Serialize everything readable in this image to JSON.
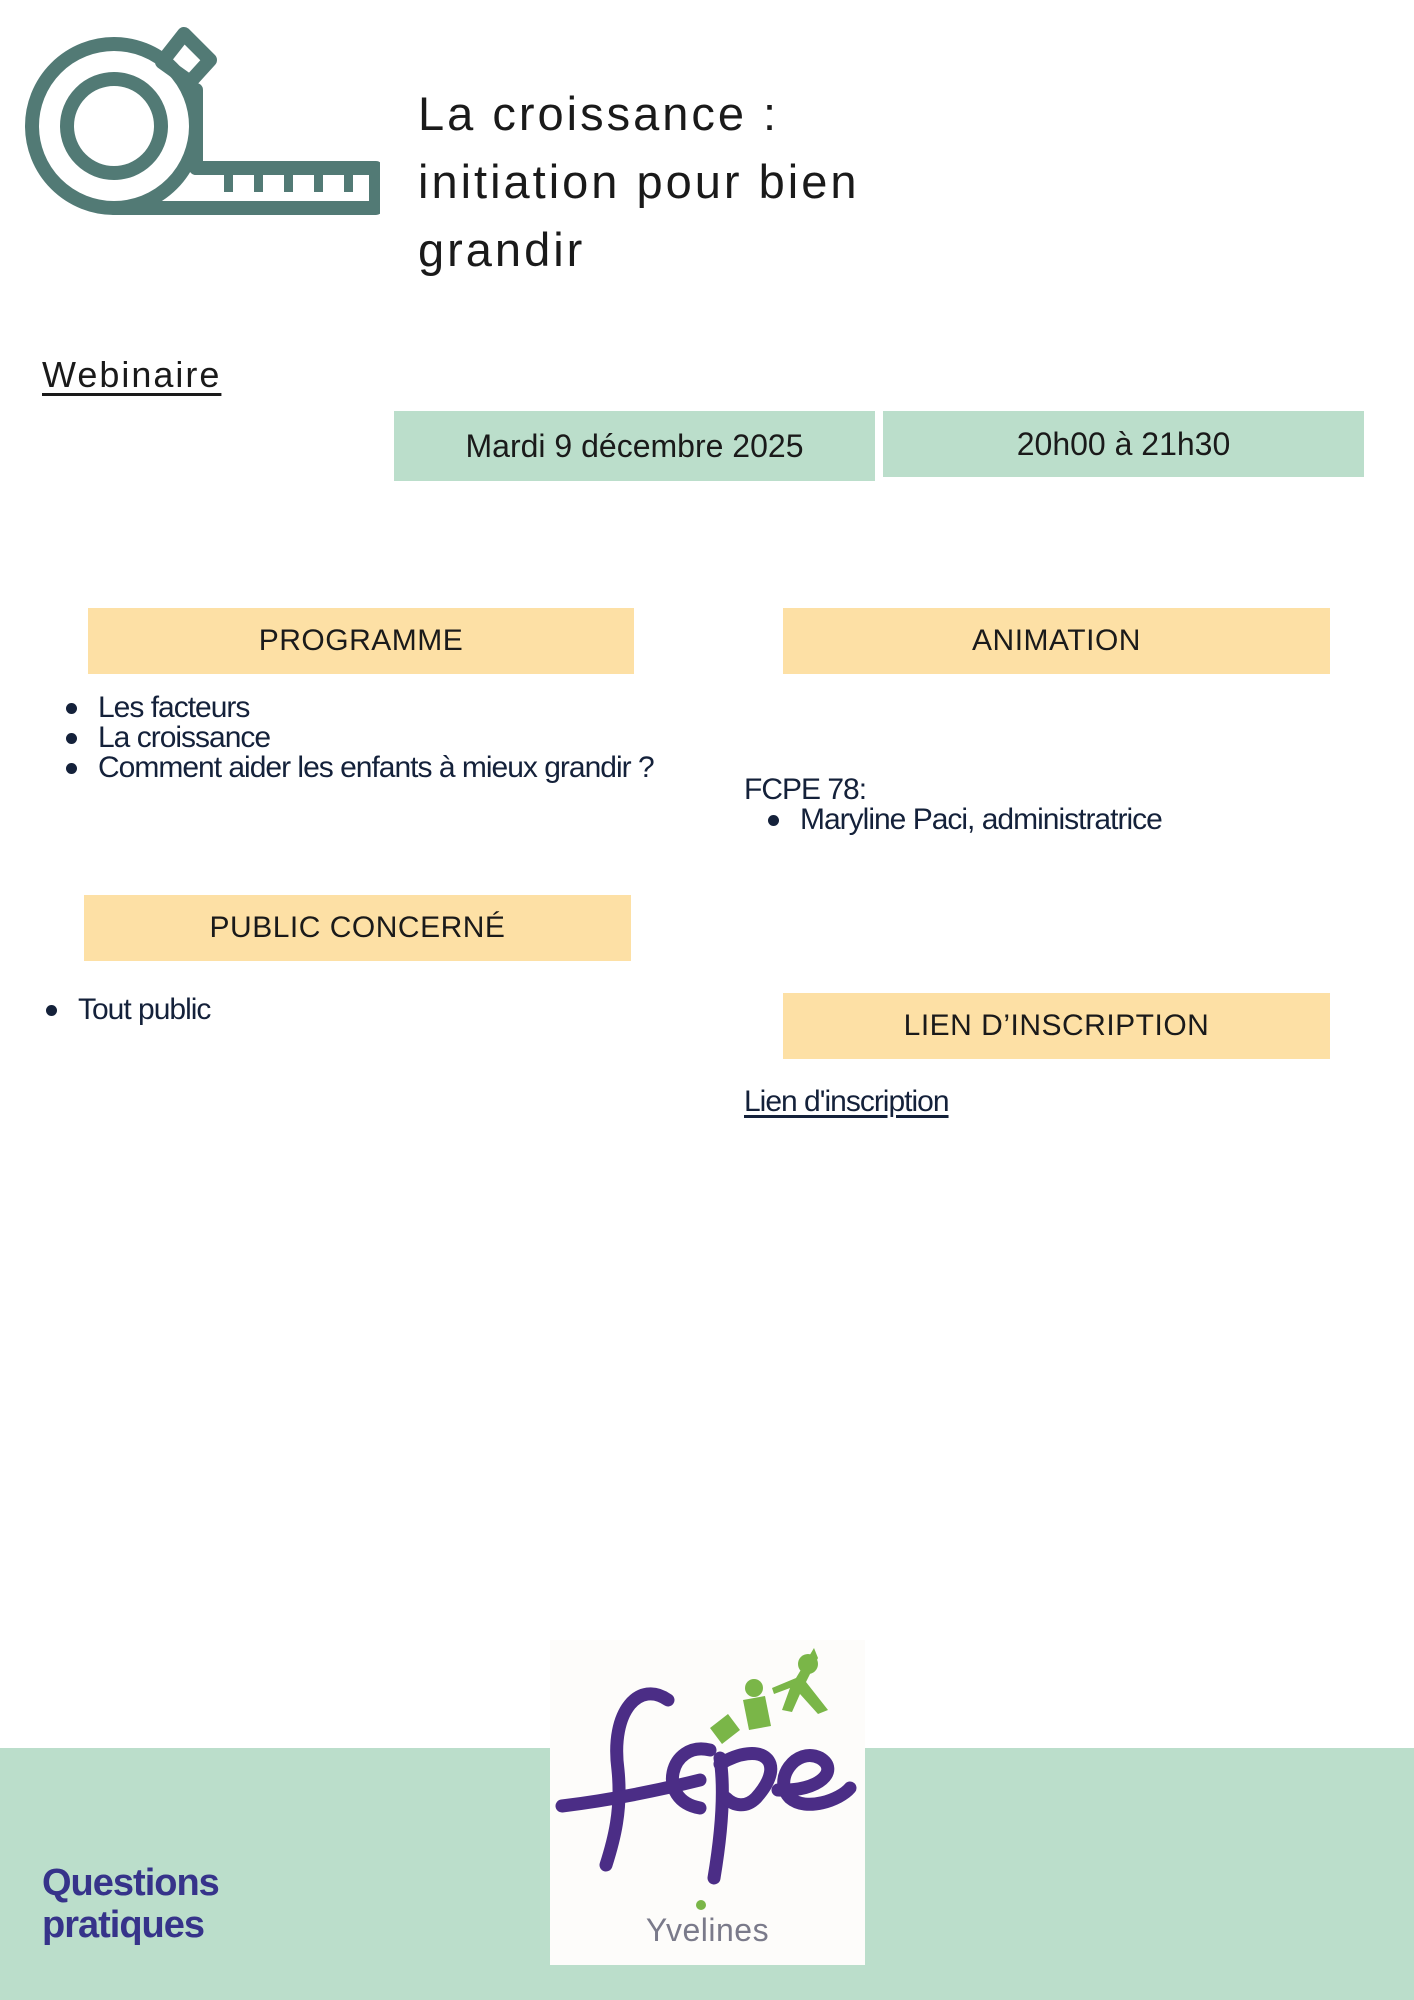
{
  "header": {
    "title": "La croissance :\ninitiation pour bien\ngrandir",
    "format": "Webinaire",
    "date": "Mardi 9 décembre 2025",
    "time": "20h00 à 21h30"
  },
  "programme": {
    "header": "PROGRAMME",
    "items": [
      "Les facteurs",
      "La croissance",
      "Comment aider les enfants à mieux grandir ?"
    ]
  },
  "animation": {
    "header": "ANIMATION",
    "organisation": "FCPE 78:",
    "items": [
      "Maryline Paci, administratrice"
    ]
  },
  "public": {
    "header": "PUBLIC CONCERNÉ",
    "items": [
      "Tout public"
    ]
  },
  "inscription": {
    "header": "LIEN D’INSCRIPTION",
    "link_text": "Lien d'inscription"
  },
  "footer": {
    "questions_line1": "Questions",
    "questions_line2": "pratiques",
    "logo_text": "fcpe",
    "logo_subtitle": "Yvelines"
  },
  "colors": {
    "green_band": "#bbdecb",
    "orange_header": "#fde0a5",
    "icon_teal": "#527a75",
    "logo_purple": "#4b2d86",
    "logo_green": "#7ab648",
    "questions_blue": "#36338a"
  },
  "icons": {
    "header_icon": "measuring-tape-icon"
  }
}
